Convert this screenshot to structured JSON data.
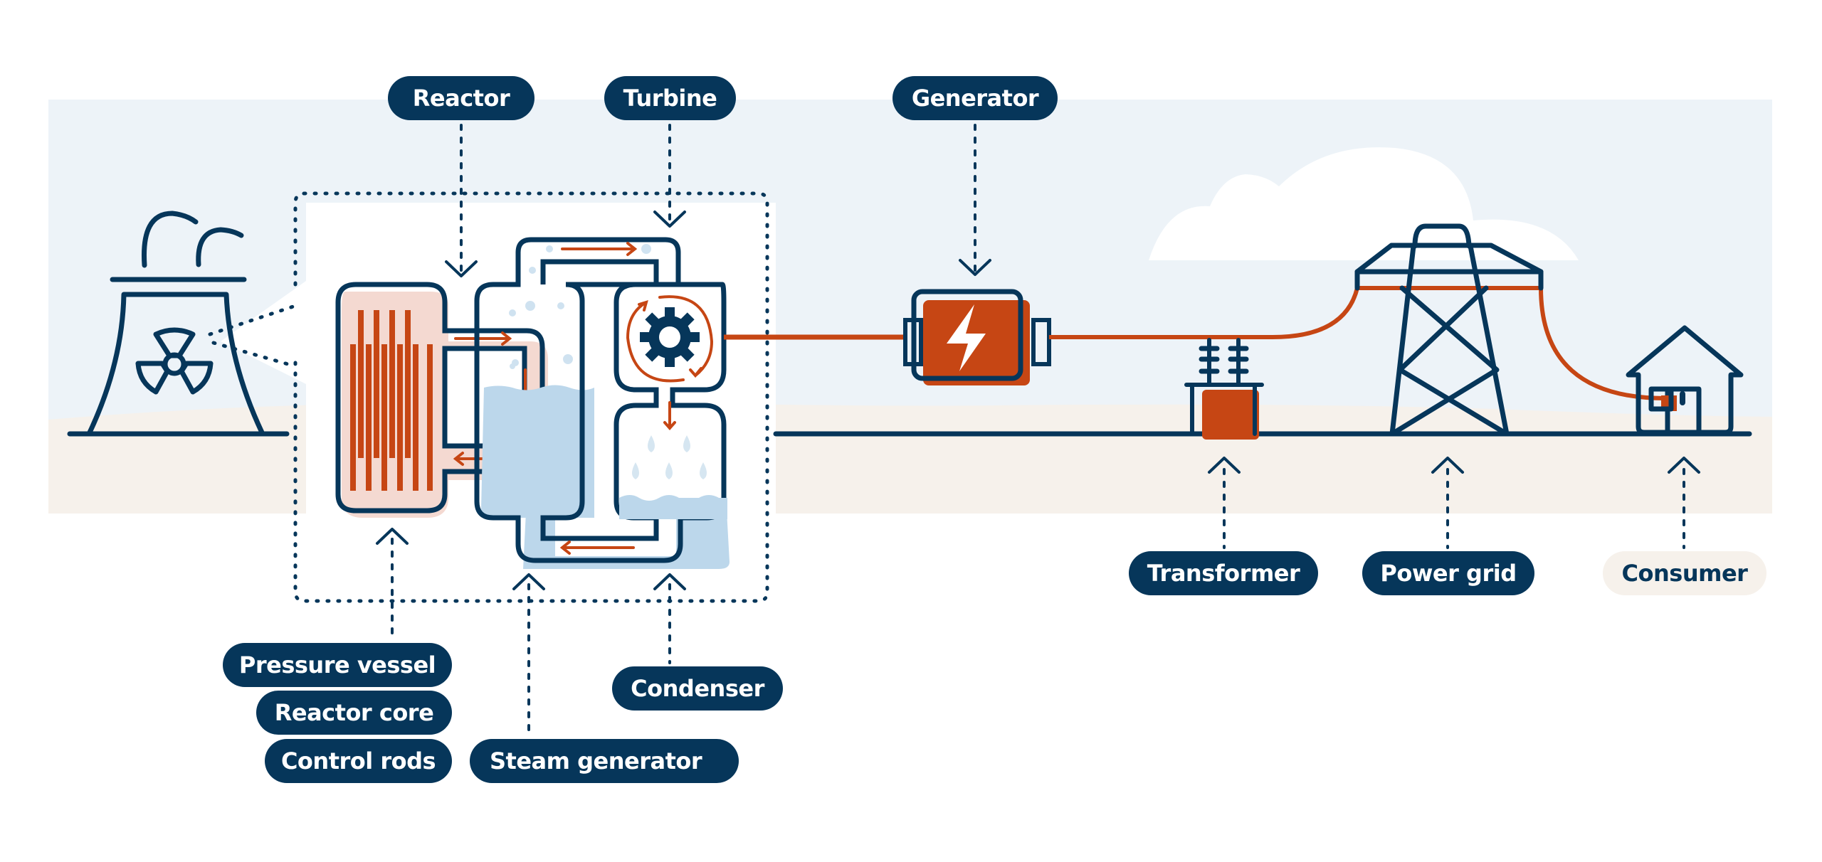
{
  "diagram": {
    "title": "Nuclear power plant: from reactor to consumer",
    "colors": {
      "navy": "#06365a",
      "orange": "#c64614",
      "sky": "#edf3f8",
      "ground": "#f6f1eb",
      "water": "#bcd7eb",
      "heat": "#f4d9d1",
      "white": "#ffffff"
    },
    "labels": {
      "reactor": "Reactor",
      "turbine": "Turbine",
      "generator": "Generator",
      "pressure_vessel": "Pressure vessel",
      "reactor_core": "Reactor core",
      "control_rods": "Control rods",
      "steam_generator": "Steam generator",
      "condenser": "Condenser",
      "transformer": "Transformer",
      "power_grid": "Power grid",
      "consumer": "Consumer"
    },
    "icons": [
      "cooling-tower-icon",
      "radiation-icon",
      "steam-icon",
      "gear-icon",
      "lightning-icon",
      "transformer-icon",
      "pylon-icon",
      "house-icon",
      "cloud-icon",
      "water-drop-icon",
      "flow-arrow-icon"
    ]
  }
}
